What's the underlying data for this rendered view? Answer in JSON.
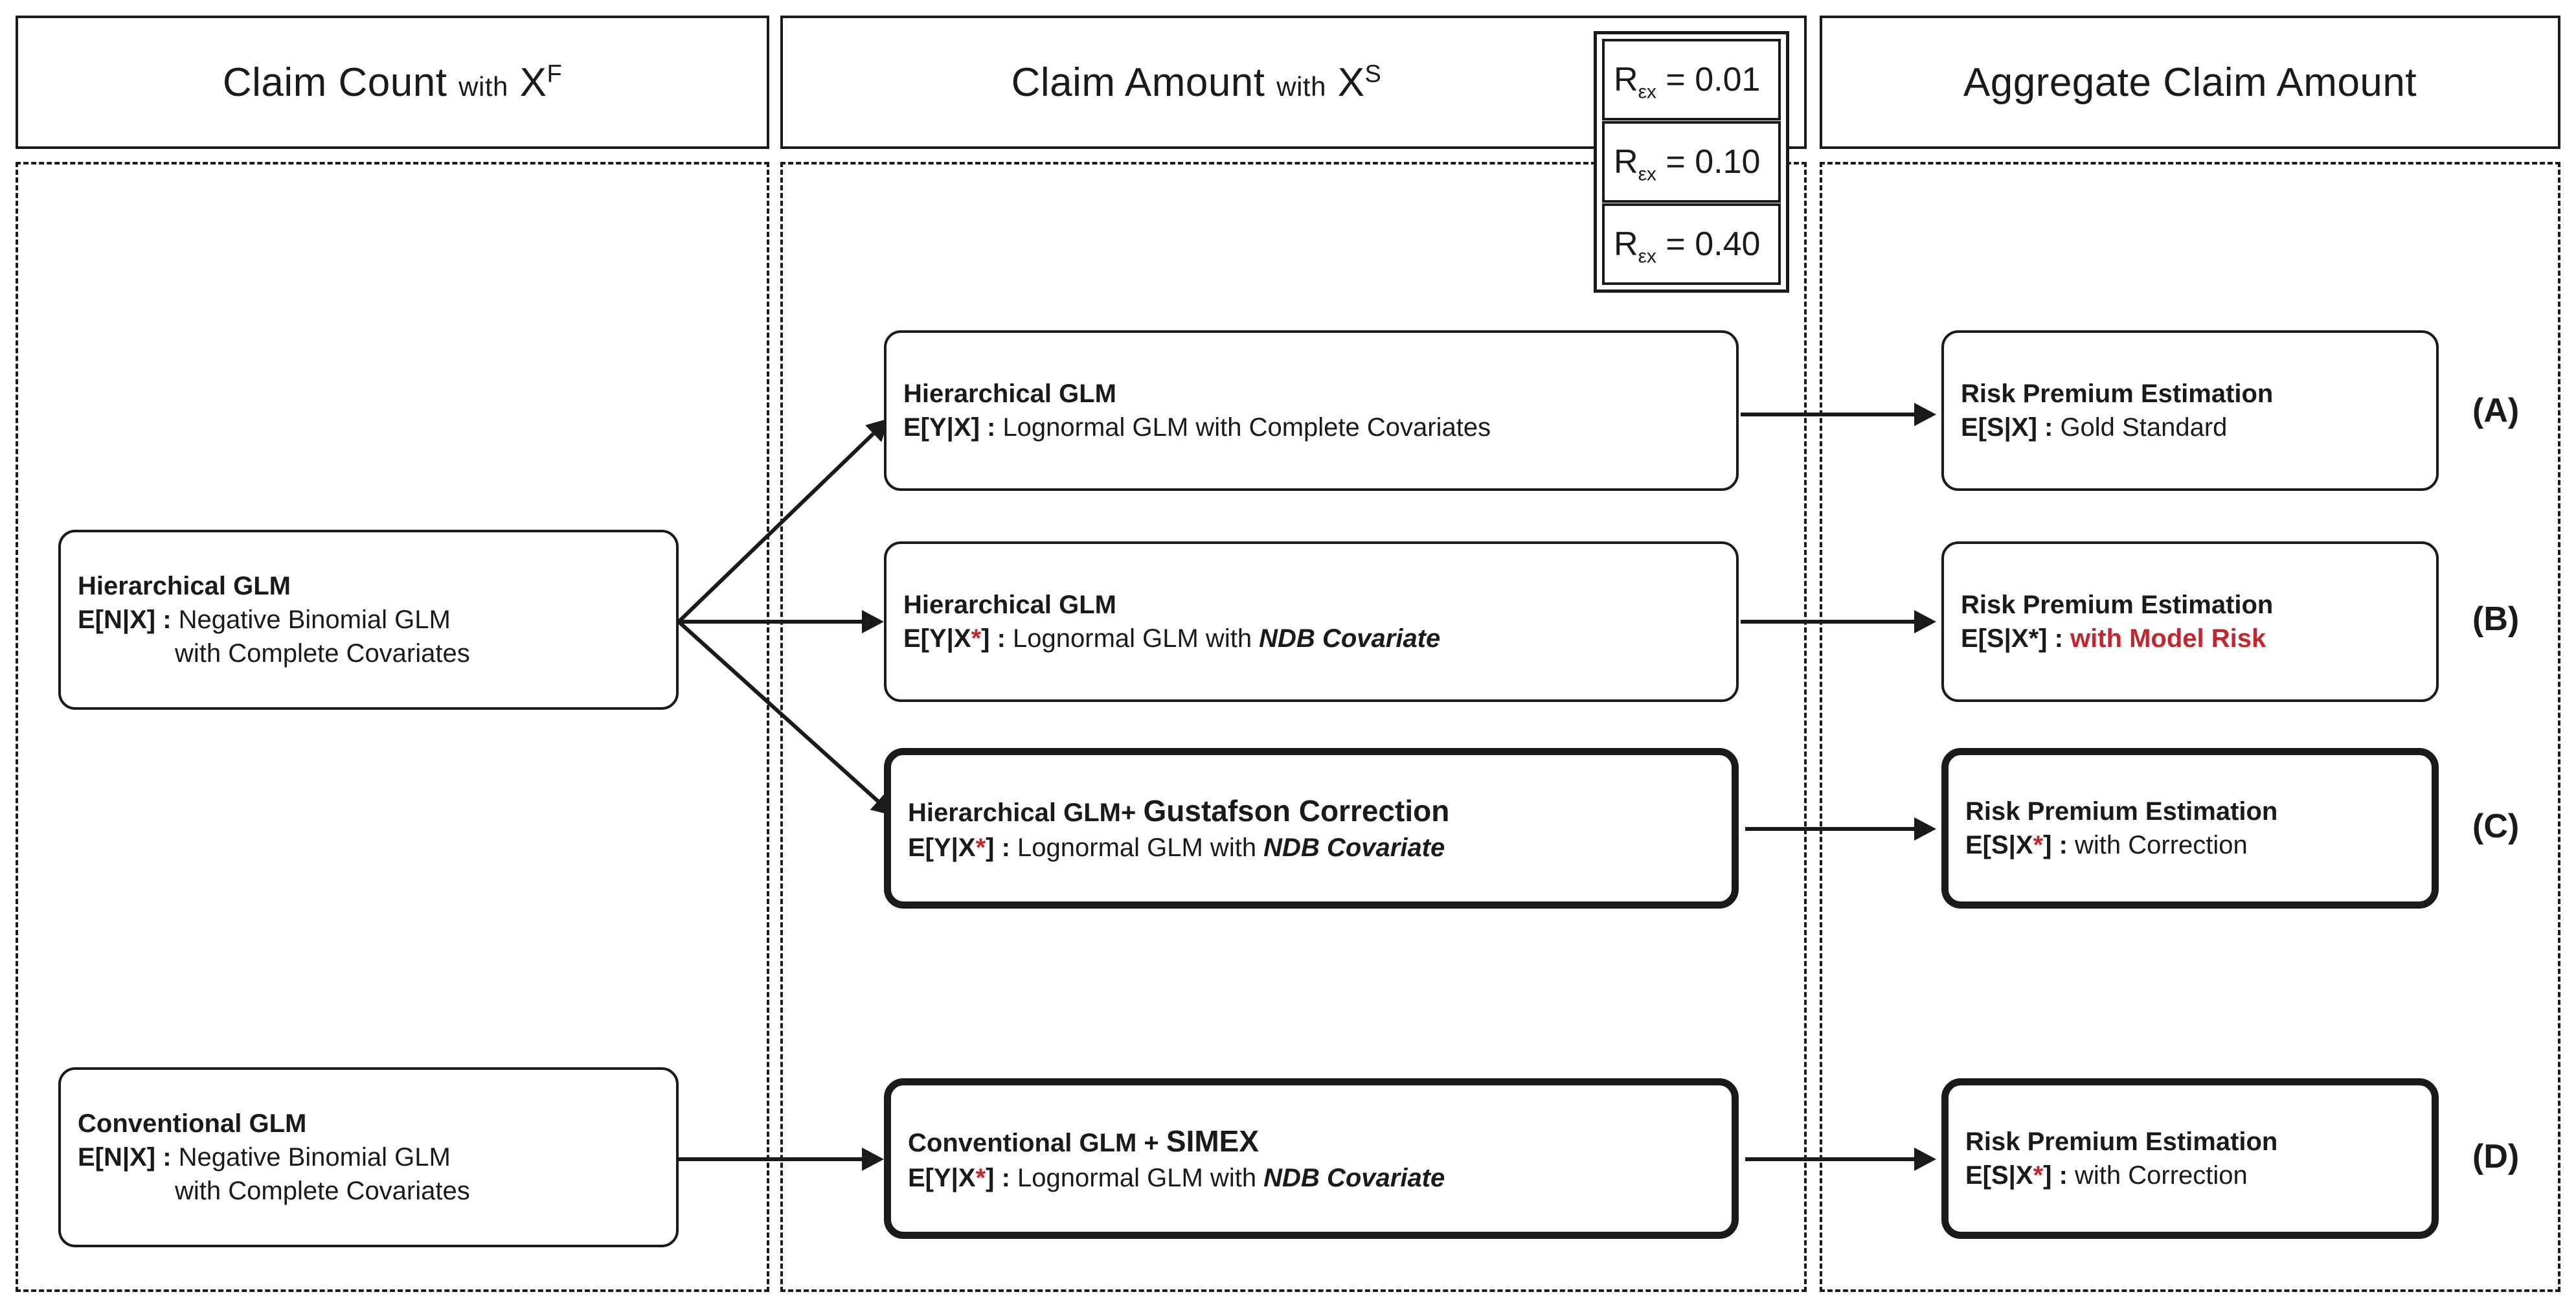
{
  "headers": [
    {
      "id": "claim-count",
      "main": "Claim Count",
      "small": "with",
      "var": "X",
      "sup": "F"
    },
    {
      "id": "claim-amount",
      "main": "Claim Amount",
      "small": "with",
      "var": "X",
      "sup": "S"
    },
    {
      "id": "aggregate-claim-amount",
      "main": "Aggregate Claim Amount",
      "small": "",
      "var": "",
      "sup": ""
    }
  ],
  "r_stack": {
    "items": [
      {
        "symbol": "R",
        "sub": "εx",
        "eq": "=",
        "value": "0.01",
        "text": "Rεx = 0.01"
      },
      {
        "symbol": "R",
        "sub": "εx",
        "eq": "=",
        "value": "0.10",
        "text": "Rεx = 0.10"
      },
      {
        "symbol": "R",
        "sub": "εx",
        "eq": "=",
        "value": "0.40",
        "text": "Rεx = 0.40"
      }
    ]
  },
  "count_nodes": [
    {
      "id": "hierarchical-glm-count",
      "title": "Hierarchical GLM",
      "expr": "E[N|X]",
      "colon": " : ",
      "body": "Negative Binomial GLM",
      "body2": "with Complete Covariates",
      "thick": false
    },
    {
      "id": "conventional-glm-count",
      "title": "Conventional GLM",
      "expr": "E[N|X]",
      "colon": " : ",
      "body": "Negative Binomial GLM",
      "body2": "with Complete Covariates",
      "thick": false
    }
  ],
  "amount_nodes": [
    {
      "id": "hierarchical-glm-complete",
      "title": "Hierarchical GLM",
      "title_extra": "",
      "expr_pre": "E[Y|X",
      "expr_star": "",
      "expr_post": "]",
      "colon": " : ",
      "body": "Lognormal GLM with Complete Covariates",
      "body_italic": "",
      "thick": false
    },
    {
      "id": "hierarchical-glm-ndb",
      "title": "Hierarchical GLM",
      "title_extra": "",
      "expr_pre": "E[Y|X",
      "expr_star": "*",
      "expr_post": "]",
      "colon": " : ",
      "body": "Lognormal GLM with ",
      "body_italic": "NDB Covariate",
      "thick": false
    },
    {
      "id": "hierarchical-glm-gustafson",
      "title": "Hierarchical GLM+ ",
      "title_extra": "Gustafson Correction",
      "expr_pre": "E[Y|X",
      "expr_star": "*",
      "expr_post": "]",
      "colon": " : ",
      "body": "Lognormal GLM with ",
      "body_italic": "NDB Covariate",
      "thick": true
    },
    {
      "id": "conventional-glm-simex",
      "title": "Conventional GLM + ",
      "title_extra": "SIMEX",
      "expr_pre": "E[Y|X",
      "expr_star": "*",
      "expr_post": "]",
      "colon": " : ",
      "body": "Lognormal GLM with ",
      "body_italic": "NDB Covariate",
      "thick": true
    }
  ],
  "aggregate_nodes": [
    {
      "id": "risk-premium-gold-standard",
      "title": "Risk Premium Estimation",
      "expr_pre": "E[S|X",
      "expr_star": "",
      "expr_post": "]",
      "colon": " : ",
      "body": "Gold Standard",
      "body_red": "",
      "thick": false,
      "tag": "(A)"
    },
    {
      "id": "risk-premium-model-risk",
      "title": "Risk Premium Estimation",
      "expr_pre": "E[S|X",
      "expr_star": "*",
      "expr_post": "]",
      "colon": " : ",
      "body": "",
      "body_red": "with Model Risk",
      "thick": false,
      "tag": "(B)"
    },
    {
      "id": "risk-premium-correction-c",
      "title": "Risk Premium Estimation",
      "expr_pre": "E[S|X",
      "expr_star": "*",
      "expr_post": "]",
      "colon": " : ",
      "body": "with Correction",
      "body_red": "",
      "thick": true,
      "tag": "(C)"
    },
    {
      "id": "risk-premium-correction-d",
      "title": "Risk Premium Estimation",
      "expr_pre": "E[S|X",
      "expr_star": "*",
      "expr_post": "]",
      "colon": " : ",
      "body": "with Correction",
      "body_red": "",
      "thick": true,
      "tag": "(D)"
    }
  ],
  "colors": {
    "ink": "#1a1a1a",
    "accent_red": "#c1272d",
    "background": "#ffffff"
  }
}
